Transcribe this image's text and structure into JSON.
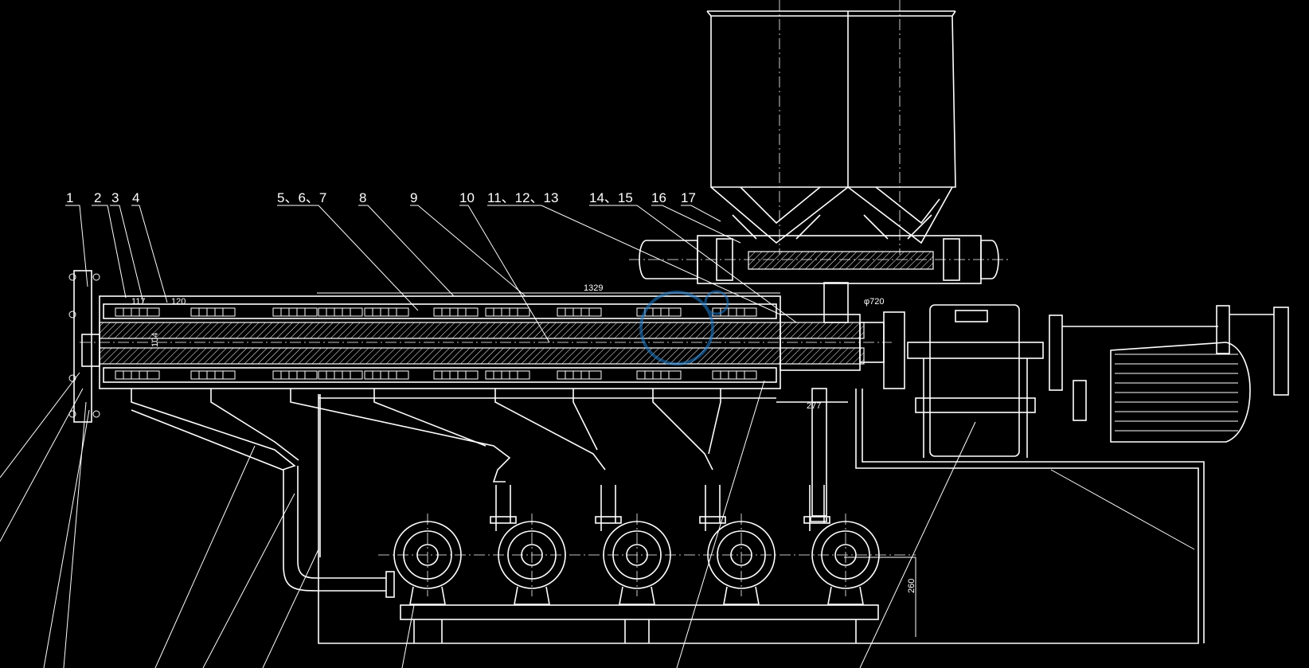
{
  "colors": {
    "background": "#000000",
    "line": "#ffffff",
    "watermark": "#1e7fd0"
  },
  "part_labels": [
    {
      "id": "l1",
      "text": "1"
    },
    {
      "id": "l2",
      "text": "2"
    },
    {
      "id": "l3",
      "text": "3"
    },
    {
      "id": "l4",
      "text": "4"
    },
    {
      "id": "l567",
      "text": "5、6、7"
    },
    {
      "id": "l8",
      "text": "8"
    },
    {
      "id": "l9",
      "text": "9"
    },
    {
      "id": "l10",
      "text": "10"
    },
    {
      "id": "l111213",
      "text": "11、12、13"
    },
    {
      "id": "l1415",
      "text": "14、15"
    },
    {
      "id": "l16",
      "text": "16"
    },
    {
      "id": "l17",
      "text": "17"
    }
  ],
  "dimensions": {
    "barrel_length": "1329",
    "barrel_diameter": "104",
    "flange_dim": "φ720",
    "support_dim": "277",
    "height_dim": "260",
    "small_1": "117",
    "small_2": "120"
  }
}
